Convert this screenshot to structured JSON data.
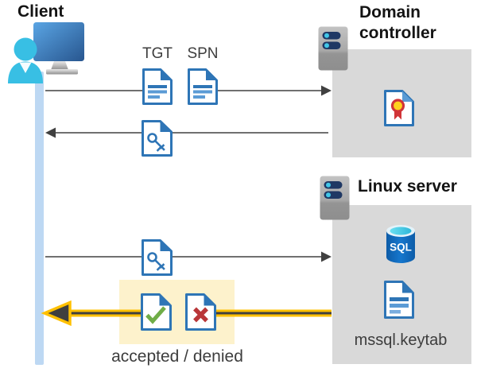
{
  "nodes": {
    "client": {
      "label": "Client"
    },
    "domain_controller": {
      "label": "Domain controller"
    },
    "linux_server": {
      "label": "Linux server"
    }
  },
  "artifacts": {
    "tgt_label": "TGT",
    "spn_label": "SPN",
    "sql_label": "SQL",
    "keytab_label": "mssql.keytab",
    "result_label": "accepted / denied"
  },
  "icons": {
    "client": "computer-with-user-icon",
    "domain_controller": "server-icon",
    "linux_server": "server-icon",
    "tgt": "document-icon",
    "spn": "document-icon",
    "ticket": "key-document-icon",
    "certificate": "certificate-document-icon",
    "database": "sql-database-icon",
    "keytab": "document-icon",
    "accepted": "checkmark-document-icon",
    "denied": "cross-document-icon"
  },
  "colors": {
    "document_blue": "#2e75b6",
    "document_blue_light": "#5b9bd5",
    "node_box_gray": "#d9d9d9",
    "highlight_yellow_bg": "#fdf2cc",
    "arrow_gray": "#404040",
    "arrow_yellow": "#ffc000",
    "lifeline_blue": "#bdd8f3",
    "accept_green": "#70ad47",
    "deny_red": "#b93638",
    "user_cyan": "#38bfe4",
    "server_slot_navy": "#1f3864",
    "sql_blue": "#1476cd",
    "certificate_gold": "#ffd21e",
    "certificate_red": "#d13438"
  }
}
